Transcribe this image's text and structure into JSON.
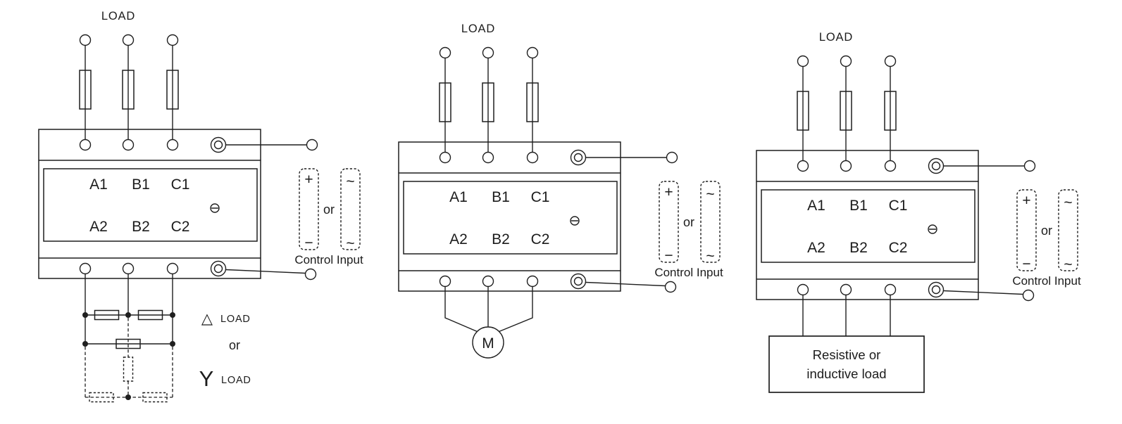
{
  "colors": {
    "line": "#1f1f1f",
    "background": "#ffffff"
  },
  "diagrams": [
    {
      "id": "delta-or-wye-load",
      "load_label": "LOAD",
      "device": {
        "terminals_row1": [
          "A1",
          "B1",
          "C1"
        ],
        "terminals_row2": [
          "A2",
          "B2",
          "C2"
        ]
      },
      "control_input": {
        "dc_positive": "+",
        "dc_negative": "−",
        "ac_top": "~",
        "ac_bottom": "~",
        "or_label": "or",
        "caption": "Control Input"
      },
      "load_section": {
        "delta_symbol": "△",
        "delta_load_label": "LOAD",
        "or_label": "or",
        "wye_symbol": "Y",
        "wye_load_label": "LOAD"
      }
    },
    {
      "id": "motor-load",
      "load_label": "LOAD",
      "device": {
        "terminals_row1": [
          "A1",
          "B1",
          "C1"
        ],
        "terminals_row2": [
          "A2",
          "B2",
          "C2"
        ]
      },
      "control_input": {
        "dc_positive": "+",
        "dc_negative": "−",
        "ac_top": "~",
        "ac_bottom": "~",
        "or_label": "or",
        "caption": "Control Input"
      },
      "load_section": {
        "motor_label": "M"
      }
    },
    {
      "id": "resistive-or-inductive-load",
      "load_label": "LOAD",
      "device": {
        "terminals_row1": [
          "A1",
          "B1",
          "C1"
        ],
        "terminals_row2": [
          "A2",
          "B2",
          "C2"
        ]
      },
      "control_input": {
        "dc_positive": "+",
        "dc_negative": "−",
        "ac_top": "~",
        "ac_bottom": "~",
        "or_label": "or",
        "caption": "Control Input"
      },
      "load_section": {
        "line1": "Resistive or",
        "line2": "inductive load"
      }
    }
  ]
}
